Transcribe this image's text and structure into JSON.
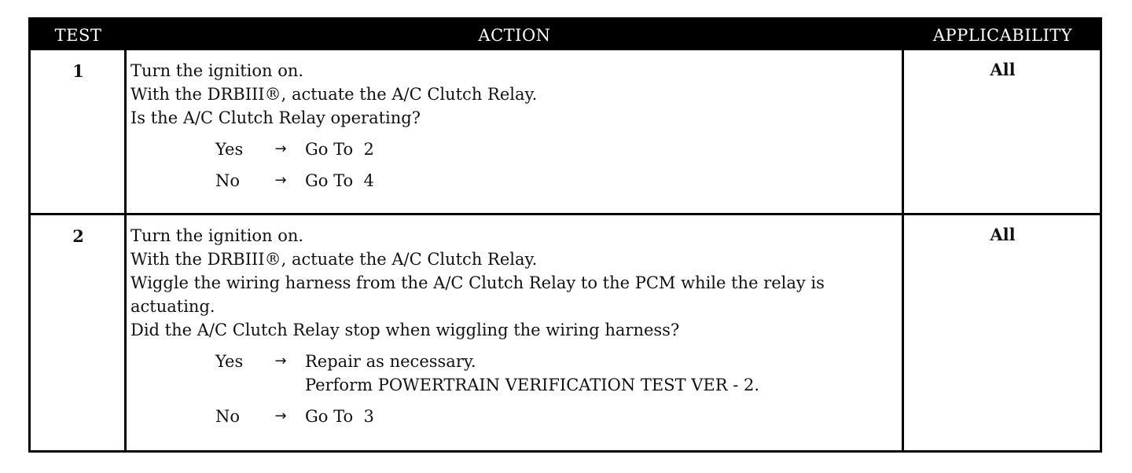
{
  "header": {
    "test": "TEST",
    "action": "ACTION",
    "applicability": "APPLICABILITY"
  },
  "rows": [
    {
      "test": "1",
      "applicability": "All",
      "steps": [
        "Turn the ignition on.",
        "With the DRBIII®, actuate the A/C Clutch Relay.",
        "Is the A/C Clutch Relay operating?"
      ],
      "answers": [
        {
          "label": "Yes",
          "arrow": "→",
          "lines": [
            "Go To  2"
          ]
        },
        {
          "label": "No",
          "arrow": "→",
          "lines": [
            "Go To  4"
          ]
        }
      ]
    },
    {
      "test": "2",
      "applicability": "All",
      "steps": [
        "Turn the ignition on.",
        "With the DRBIII®, actuate the A/C Clutch Relay.",
        "Wiggle the wiring harness from the A/C Clutch Relay to the PCM while the relay is actuating.",
        "Did the A/C Clutch Relay stop when wiggling the wiring harness?"
      ],
      "answers": [
        {
          "label": "Yes",
          "arrow": "→",
          "lines": [
            "Repair as necessary.",
            "Perform POWERTRAIN VERIFICATION TEST VER - 2."
          ]
        },
        {
          "label": "No",
          "arrow": "→",
          "lines": [
            "Go To  3"
          ]
        }
      ]
    }
  ]
}
